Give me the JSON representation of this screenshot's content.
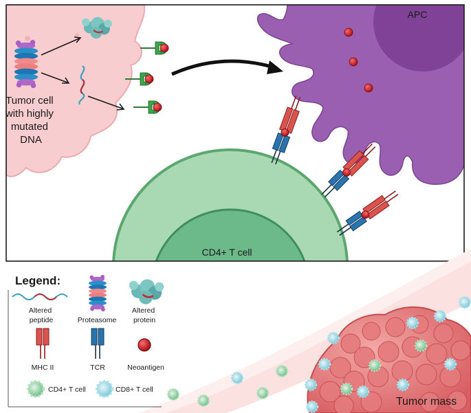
{
  "labels": {
    "tumor_cell": [
      "Tumor cell",
      "with highly",
      "mutated",
      "DNA"
    ],
    "apc": "APC",
    "cd4_cell": "CD4+ T cell",
    "tumor_mass": "Tumor mass"
  },
  "legend": {
    "title": "Legend:",
    "altered_peptide": [
      "Altered",
      "peptide"
    ],
    "proteasome": "Proteasome",
    "altered_protein": [
      "Altered",
      "protein"
    ],
    "mhc2": "MHC II",
    "tcr": "TCR",
    "neoantigen": "Neoantigen",
    "cd4": "CD4+ T cell",
    "cd8": "CD8+ T cell"
  },
  "colors": {
    "tumor_cell": "#f7cdd0",
    "apc": "#9b5fb1",
    "cd4": "#a9d9b3",
    "cd4_nucleus": "#6cb989",
    "mhc2": "#d9534f",
    "tcr": "#2a74ad",
    "neoantigen": "#b0181d",
    "receptor": "#3aa54b"
  }
}
